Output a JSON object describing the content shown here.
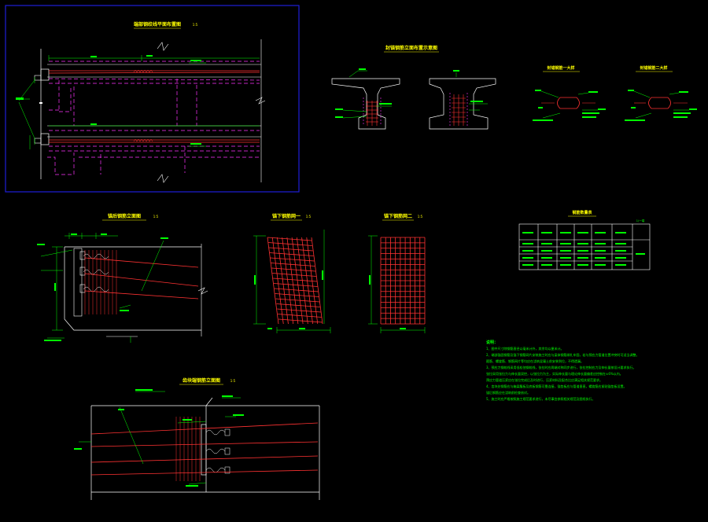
{
  "colors": {
    "background": "#000000",
    "frame": "#1e1ed8",
    "outline": "#ffffff",
    "title": "#ffff00",
    "dimension": "#00ff00",
    "tendon": "#ff3232",
    "duct": "#ff33ff",
    "rebar": "#ff2020"
  },
  "drawings": {
    "top_left": {
      "title": "端部钢绞线平面布置图",
      "scale": "1:5"
    },
    "rebar_top": {
      "title": "封锚钢筋立面布置示意图"
    },
    "detail_a": {
      "title": "封锚钢筋一大样"
    },
    "detail_b": {
      "title": "封锚钢筋二大样"
    },
    "anchor_elev": {
      "title": "锚后钢筋立面图",
      "scale": "1:5"
    },
    "grid_1": {
      "title": "锚下钢筋网一",
      "scale": "1:5"
    },
    "grid_2": {
      "title": "锚下钢筋网二",
      "scale": "1:5"
    },
    "bottom_elev": {
      "title": "齿块端钢筋立面图",
      "scale": "1:5"
    },
    "table": {
      "title": "钢筋数量表",
      "unit": "1/一端"
    }
  },
  "notes": {
    "title": "说明：",
    "lines": [
      "1、图中尺寸除钢筋直径以毫米计外，其余均以厘米计。",
      "2、端部锚固钢筋及锚下钢筋网片安装施工时应与梁体钢筋绑扎牢固，若与预应力管道位置冲突时可适当调整。",
      "    箍筋、螺旋筋、钢筋网片等均应在浇筑混凝土前安装到位，不得遗漏。",
      "3、预应力钢绞线采用低松弛钢绞线，张拉时应两端对称同步进行，张拉控制应力及伸长量按设计要求执行。",
      "    张拉采用张拉力与伸长量双控，以张拉力为主，实际伸长量与理论伸长量偏差应控制在±6%以内。",
      "    预应力管道压浆应在张拉完成后及时进行，压浆材料及配合比应满足相关规范要求。",
      "4、齿块处钢筋应与箱梁腹板及底板钢筋可靠连接，锚垫板应与管道垂直，螺旋筋应紧贴锚垫板设置。",
      "    锚后钢筋应在浇筑前检查核对。",
      "5、施工时应严格按照施工规范要求进行，未尽事宜参照相关规范及图纸执行。"
    ]
  }
}
